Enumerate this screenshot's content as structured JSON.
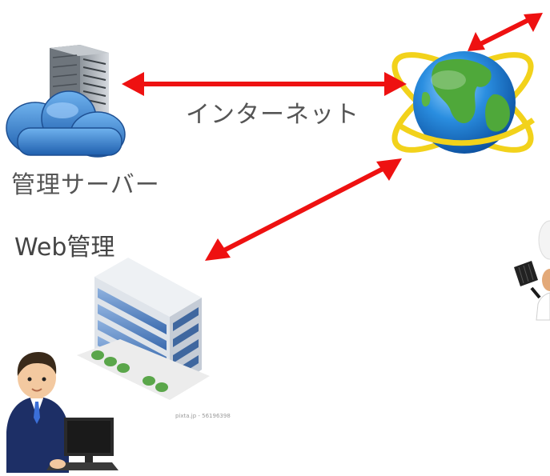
{
  "labels": {
    "internet": "インターネット",
    "management_server": "管理サーバー",
    "web_management": "Web管理",
    "watermark": "pixta.jp - 56196398"
  },
  "icons": {
    "server": "server-cloud-icon",
    "globe": "globe-icon",
    "office": "office-building-icon",
    "user": "businessman-at-computer-icon",
    "chef": "chef-icon"
  },
  "colors": {
    "arrow": "#ee1111",
    "text": "#555555",
    "cloud": "#3d86d4",
    "globe_ocean": "#1c7fd6",
    "globe_land": "#4fa83a",
    "orbit": "#f2d21b"
  }
}
